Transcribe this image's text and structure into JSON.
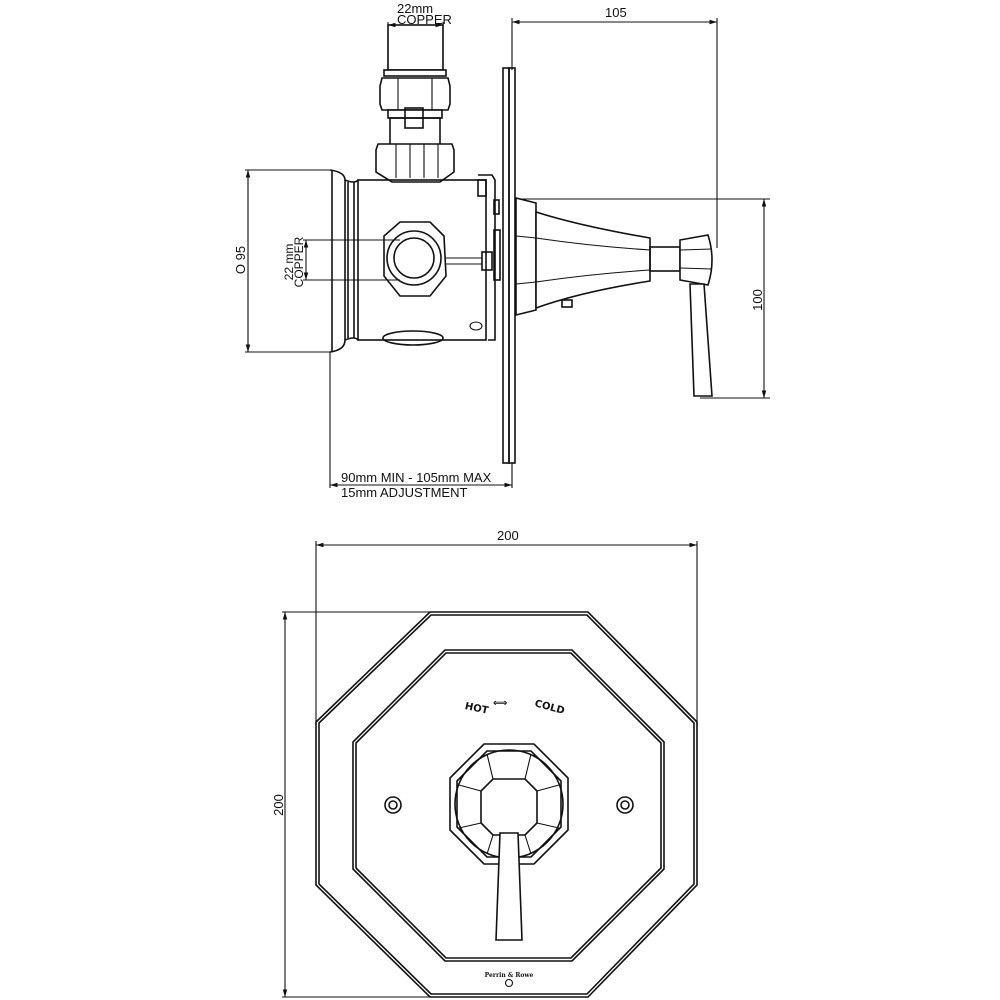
{
  "side_view": {
    "top_inlet": {
      "line1": "22mm",
      "line2": "COPPER"
    },
    "side_inlet": {
      "line1": "22 mm",
      "line2": "COPPER"
    },
    "body_diameter": "O 95",
    "depth_from_wall": "105",
    "handle_height": "100",
    "adjustment": {
      "range": "90mm MIN - 105mm MAX",
      "note": "15mm ADJUSTMENT"
    }
  },
  "front_view": {
    "width": "200",
    "height": "200",
    "direction_label": {
      "left": "HOT",
      "right": "COLD",
      "arrow": "⟺"
    },
    "brand": "Perrin & Rowe"
  }
}
